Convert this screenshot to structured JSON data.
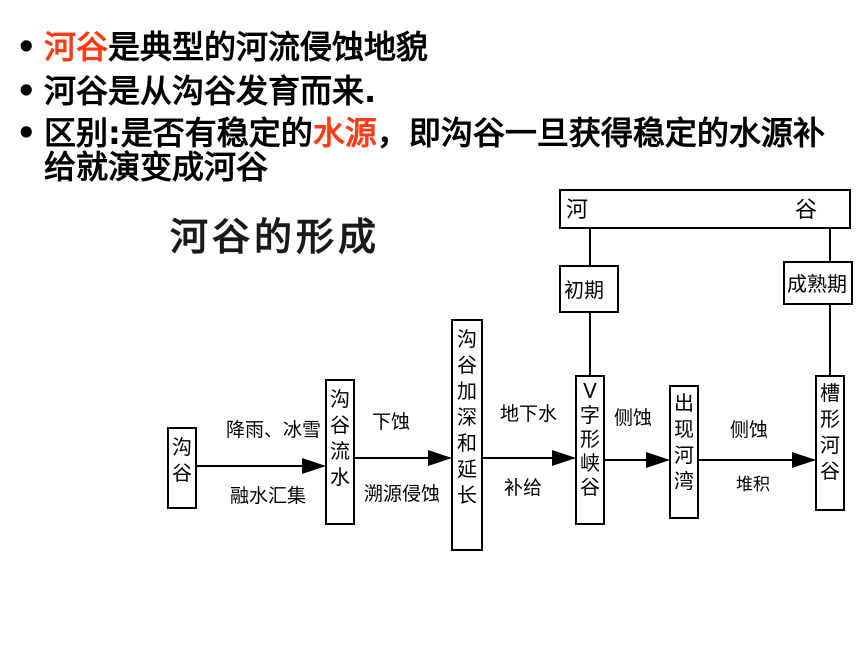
{
  "bullets": [
    {
      "highlight": "河谷",
      "rest": "是典型的河流侵蚀地貌"
    },
    {
      "text": "河谷是从沟谷发育而来."
    },
    {
      "part1": "区别:是否有稳定的",
      "highlight": "水源",
      "part2": "，即沟谷一旦获得稳定的水源补给就演变成河谷"
    }
  ],
  "diagram": {
    "title": "河谷的形成",
    "top_box": {
      "left": "河",
      "right": "谷"
    },
    "stage_early": "初期",
    "stage_mature": "成熟期",
    "nodes": [
      "沟谷",
      "沟谷流水",
      "沟谷加深和延长",
      "V字形峡谷",
      "出现河湾",
      "槽形河谷"
    ],
    "edges": [
      {
        "above": "降雨、冰雪",
        "below": "融水汇集"
      },
      {
        "above": "下蚀",
        "below": "溯源侵蚀"
      },
      {
        "above": "地下水",
        "below": "补给"
      },
      {
        "above": "侧蚀",
        "below": ""
      },
      {
        "above": "侧蚀",
        "below": "堆积"
      }
    ]
  },
  "colors": {
    "highlight": "#ff3b14"
  }
}
